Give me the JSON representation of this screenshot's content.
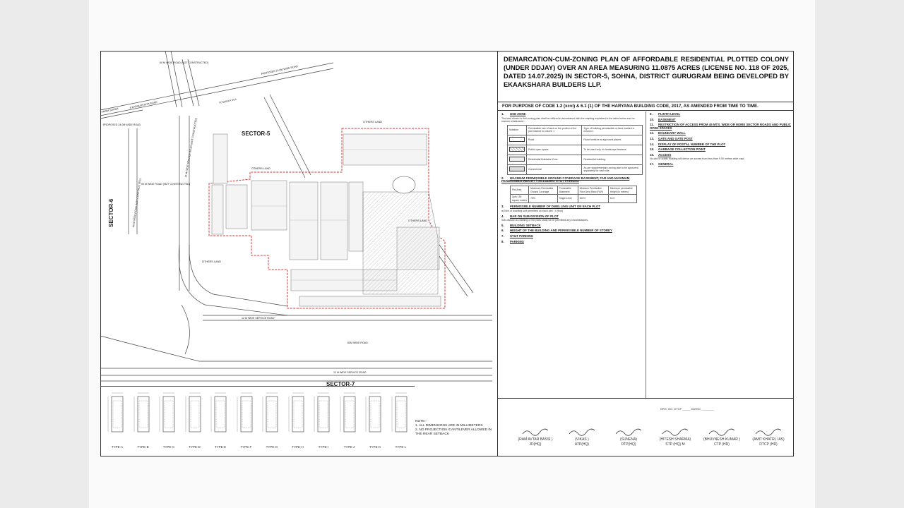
{
  "title": "DEMARCATION-CUM-ZONING PLAN OF AFFORDABLE RESIDENTIAL PLOTTED COLONY (UNDER DDJAY) OVER AN AREA MEASURING 11.0875 ACRES (LICENSE NO. 118 OF 2025, DATED 14.07.2025) IN SECTOR-5, SOHNA, DISTRICT GURUGRAM BEING DEVELOPED BY EKAAKSHARA BUILDERS LLP.",
  "purpose": "FOR PURPOSE OF CODE 1.2 (xcvi) & 6.1 (1) OF THE HARYANA BUILDING CODE, 2017, AS AMENDED FROM TIME TO TIME.",
  "map": {
    "sector5": "SECTOR-5",
    "sector6": "SECTOR-6",
    "sector7": "SECTOR-7",
    "roads": {
      "r1": "60 M WIDE ROAD (NOT CONSTRUCTED)",
      "r2": "PROPOSED 24.0M WIDE ROAD",
      "r3": "TO DAULA VILL",
      "r4": "8 KARAM PUKTA ROAD",
      "r5": "FROM SOHNA",
      "r6": "PROPOSED 24.0M WIDE ROAD",
      "r7": "90 M WIDE ROAD (NOT CONSTRUCTED)",
      "r8": "12 M WIDE SERVICE ROAD (NOT CONSTRUCTED)",
      "r9": "12 M WIDE SERVICE ROAD",
      "r10": "80M WIDE ROAD",
      "r11": "12 M WIDE SERVICE ROAD",
      "r12": "60 M WIDE ROAD (NOT CONSTRUCTED)"
    },
    "others_land": [
      "OTHERS LAND",
      "OTHERS LAND",
      "OTHERS LAND",
      "OTHERS LAND"
    ]
  },
  "types": [
    "TYPE-A",
    "TYPE-B",
    "TYPE-C",
    "TYPE-D",
    "TYPE-E",
    "TYPE-F",
    "TYPE-G",
    "TYPE-H",
    "TYPE-I",
    "TYPE-J",
    "TYPE-K",
    "TYPE-L"
  ],
  "notes": {
    "heading": "NOTE:-",
    "n1": "1.   ALL DIMENSIONS ARE IN MILLIMETERS",
    "n2": "2.   NO PROJECTION /CANTILEVER ALLOWED IN THE REAR SETBACK"
  },
  "sections": {
    "s1": {
      "num": "1.",
      "title": "USE ZONE",
      "body": "The land shown in this zoning plan shall be utilized in accordance with the marking explained in the table below and no manner whatsoever:-"
    },
    "zone_header": [
      "Notation",
      "Permissible use of land on the portion of the plot marked in column 1",
      "Type of building permissible on land marked in column 1"
    ],
    "zone_rows": [
      [
        "",
        "Road",
        "Road furniture at approved places."
      ],
      [
        "",
        "Public open space",
        "To be used only for landscape features."
      ],
      [
        "",
        "Residential Buildable Zone",
        "Residential building."
      ],
      [
        "",
        "Commercial",
        "As per supplementary zoning plan to be approved separately for each site."
      ]
    ],
    "s2": {
      "num": "2.",
      "title": "MAXIMUM PERMISSIBLE GROUND COVERAGE BASEMENT, FAR AND MAXIMUM PERMISSIBLE HEIGHT / INCLUDING STILT PARKING"
    },
    "s3": {
      "num": "3.",
      "title": "PERMISSIBLE NUMBER OF DWELLING UNIT ON EACH PLOT",
      "body": "a)   No's of dwelling unit permitted on each plot : 4 (four)"
    },
    "s4": {
      "num": "4.",
      "title": "BAR ON SUB-DIVISION OF PLOT",
      "body": "Sub-division & clubbing of the plots shall not be permitted any circumstances."
    },
    "s5": {
      "num": "5.",
      "title": "BUILDING SETBACK"
    },
    "s6": {
      "num": "6.",
      "title": "HEIGHT OF THE BUILDING AND PERMISSIBLE NUMBER OF STOREY"
    },
    "s7": {
      "num": "7.",
      "title": "STILT PARKING"
    },
    "s8": {
      "num": "8.",
      "title": "PARKING"
    },
    "s9": {
      "num": "9.",
      "title": "PLINTH LEVEL"
    },
    "s10": {
      "num": "10.",
      "title": "BASEMENT"
    },
    "s11": {
      "num": "11.",
      "title": "RESTRICTION OF ACCESS FROM 45 MTS. WIDE OR MORE SECTOR ROADS AND PUBLIC OPEN SPACES"
    },
    "s12": {
      "num": "12.",
      "title": "BOUNDARY WALL"
    },
    "s13": {
      "num": "13.",
      "title": "GATE AND GATE POST"
    },
    "s14": {
      "num": "14.",
      "title": "DISPLAY OF POSTAL NUMBER OF THE PLOT"
    },
    "s15": {
      "num": "15.",
      "title": "GARBAGE COLLECTION POINT"
    },
    "s16": {
      "num": "16.",
      "title": "ACCESS",
      "body": "No plot or public building will derive an access from less than 9.00 meters wide road."
    },
    "s17": {
      "num": "17.",
      "title": "GENERAL"
    }
  },
  "area_table": {
    "header": [
      "Plot Area",
      "Maximum Permissible Ground Coverage",
      "Permissible Basement",
      "Minimum Permissible Floor Area Ratio (FAR)",
      "Maximum permissible Height (in meters)"
    ],
    "row": [
      "Upto 150 square meters",
      "75%",
      "Single Level",
      "200%",
      "16.5"
    ]
  },
  "drg": "DRG. NO. DTCP _____ DATED ________",
  "signatures": [
    {
      "name": "(RAM AVTAR BASSI )",
      "role": "JD(HQ)"
    },
    {
      "name": "(VIKAS )",
      "role": "ATP(HQ)"
    },
    {
      "name": "(SUNENA)",
      "role": "DTP(HQ)"
    },
    {
      "name": "(HITESH SHARMA)",
      "role": "STP (HQ) M"
    },
    {
      "name": "(BHUVNESH KUMAR )",
      "role": "CTP (HR)"
    },
    {
      "name": "(AMIT KHATRI, IAS)",
      "role": "DTCP (HR)"
    }
  ]
}
